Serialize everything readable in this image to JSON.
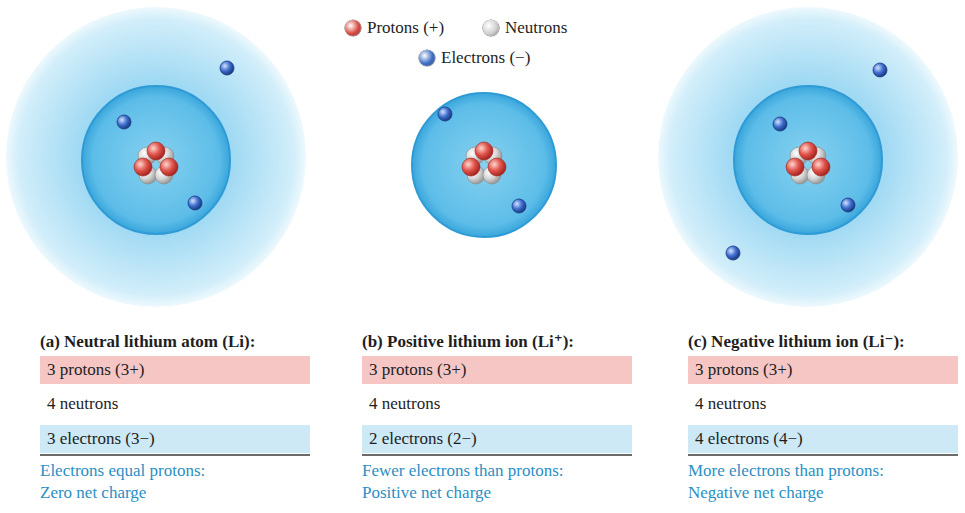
{
  "diagram": {
    "nodes": [
      {
        "text": [
          "3 protons (3+)"
        ]
      },
      {
        "text": [
          "3 electrons (3−)"
        ]
      },
      {
        "text": [
          "3 protons (3+)"
        ]
      },
      {
        "text": [
          "2 electrons (2−)"
        ]
      },
      {
        "text": [
          "3 protons (3+)"
        ]
      },
      {
        "text": [
          "4 electrons (4−)"
        ]
      }
    ],
    "labels": [
      "(a) Neutral lithium atom (Li):",
      "4 neutrons",
      "Electrons equal protons: Zero net charge",
      "(b) Positive lithium ion (Li⁺):",
      "4 neutrons",
      "Fewer electrons than protons: Positive net charge",
      "(c) Negative lithium ion (Li⁻):",
      "4 neutrons",
      "More electrons than protons: Negative net charge"
    ],
    "legend": [
      {
        "text": "Protons (+)",
        "color": "#d9473f"
      },
      {
        "text": "Neutrons",
        "color": "#d0d0d0"
      },
      {
        "text": "Electrons (−)",
        "color": "#3b6cc4"
      }
    ]
  }
}
